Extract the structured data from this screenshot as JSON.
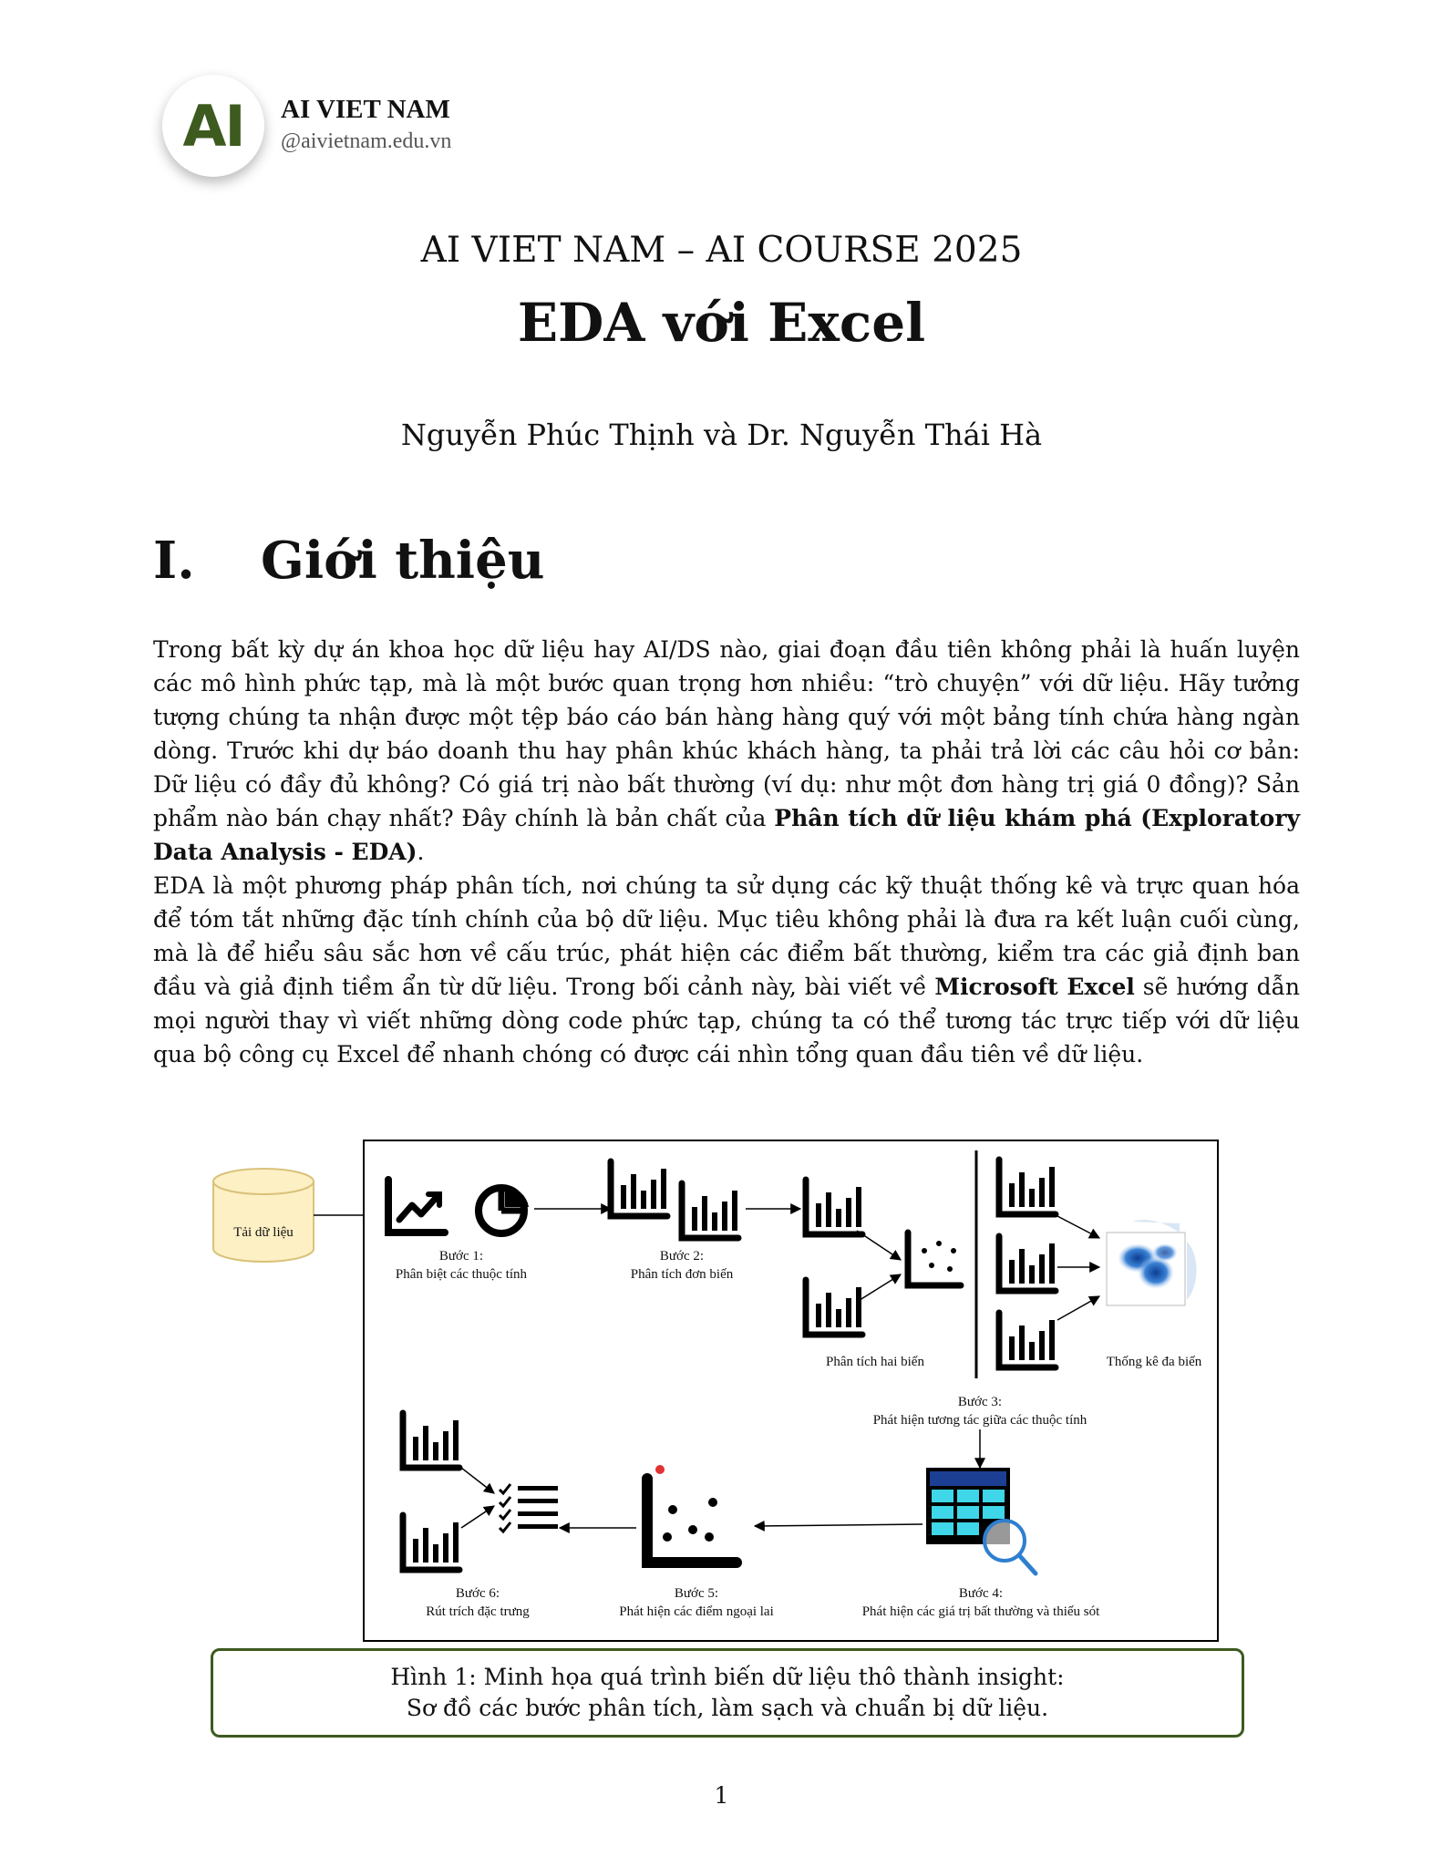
{
  "logo": {
    "mark": "AI",
    "name": "AI VIET NAM",
    "url": "@aivietnam.edu.vn"
  },
  "header": {
    "course": "AI VIET NAM – AI COURSE 2025",
    "title": "EDA với Excel",
    "authors": "Nguyễn Phúc Thịnh và Dr. Nguyễn Thái Hà"
  },
  "section": {
    "number": "I.",
    "title": "Giới thiệu"
  },
  "paragraphs": {
    "p1_text": "Trong bất kỳ dự án khoa học dữ liệu hay AI/DS nào, giai đoạn đầu tiên không phải là huấn luyện các mô hình phức tạp, mà là một bước quan trọng hơn nhiều: “trò chuyện” với dữ liệu. Hãy tưởng tượng chúng ta nhận được một tệp báo cáo bán hàng hàng quý với một bảng tính chứa hàng ngàn dòng. Trước khi dự báo doanh thu hay phân khúc khách hàng, ta phải trả lời các câu hỏi cơ bản: Dữ liệu có đầy đủ không? Có giá trị nào bất thường (ví dụ: như một đơn hàng trị giá 0 đồng)? Sản phẩm nào bán chạy nhất? Đây chính là bản chất của ",
    "p1_bold": "Phân tích dữ liệu khám phá (Exploratory Data Analysis - EDA)",
    "p1_end": ".",
    "p2_text": "EDA là một phương pháp phân tích, nơi chúng ta sử dụng các kỹ thuật thống kê và trực quan hóa để tóm tắt những đặc tính chính của bộ dữ liệu. Mục tiêu không phải là đưa ra kết luận cuối cùng, mà là để hiểu sâu sắc hơn về cấu trúc, phát hiện các điểm bất thường, kiểm tra các giả định ban đầu và giả định tiềm ẩn từ dữ liệu. Trong bối cảnh này, bài viết về ",
    "p2_bold": "Microsoft Excel",
    "p2_end": " sẽ hướng dẫn mọi người thay vì viết những dòng code phức tạp, chúng ta có thể tương tác trực tiếp với dữ liệu qua bộ công cụ Excel để nhanh chóng có được cái nhìn tổng quan đầu tiên về dữ liệu."
  },
  "figure": {
    "db_label": "Tải dữ liệu",
    "step1_title": "Bước 1:",
    "step1_desc": "Phân biệt các thuộc tính",
    "step2_title": "Bước 2:",
    "step2_desc": "Phân tích đơn biến",
    "bivariate_label": "Phân tích hai biến",
    "multivariate_label": "Thống kê đa biến",
    "step3_title": "Bước 3:",
    "step3_desc": "Phát hiện tương tác giữa các thuộc tính",
    "step4_title": "Bước 4:",
    "step4_desc": "Phát hiện các giá trị bất thường và thiếu sót",
    "step5_title": "Bước 5:",
    "step5_desc": "Phát hiện các điểm ngoại lai",
    "step6_title": "Bước 6:",
    "step6_desc": "Rút trích đặc trưng",
    "colors": {
      "db_fill": "#fdf0c4",
      "db_stroke": "#d9c27a",
      "table_header": "#1c3f94",
      "table_cell": "#3ed6e8",
      "magnifier": "#2f7fcf",
      "outlier": "#e23232",
      "density": "#1f5fbf"
    }
  },
  "caption": {
    "line1": "Hình 1: Minh họa quá trình biến dữ liệu thô thành insight:",
    "line2": "Sơ đồ các bước phân tích, làm sạch và chuẩn bị dữ liệu."
  },
  "page_number": "1"
}
